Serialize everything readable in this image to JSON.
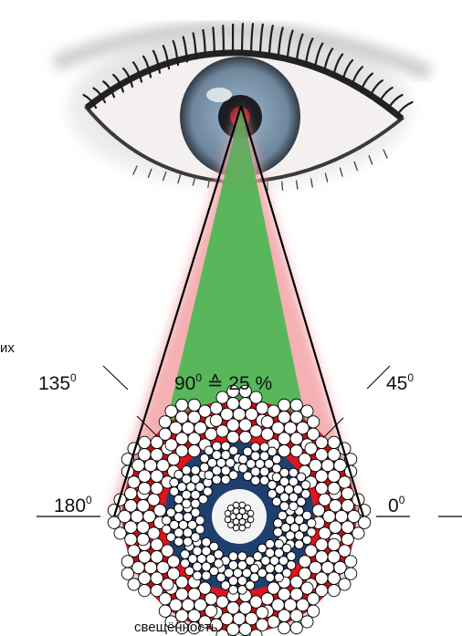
{
  "figure": {
    "left_fragment": "их",
    "bottom_fragment": "свещённость.",
    "labels": {
      "deg135": {
        "value": "135",
        "unit": "0"
      },
      "deg90": {
        "value": "90",
        "unit": "0",
        "suffix": " ≙ 25 %"
      },
      "deg45": {
        "value": "45",
        "unit": "0"
      },
      "deg180": {
        "value": "180",
        "unit": "0"
      },
      "deg0": {
        "value": "0",
        "unit": "0"
      }
    }
  },
  "colors": {
    "viewing_cone": "#58b75a",
    "cone_glow": "#f3a3a6",
    "outer_ring": "#e0141b",
    "inner_ring": "#1f3f6e",
    "wire": "#ffffff",
    "iris": "#7f97ad",
    "pupil": "#1a1d22"
  },
  "icons": [
    "eye-illustration",
    "rope-cross-section"
  ]
}
